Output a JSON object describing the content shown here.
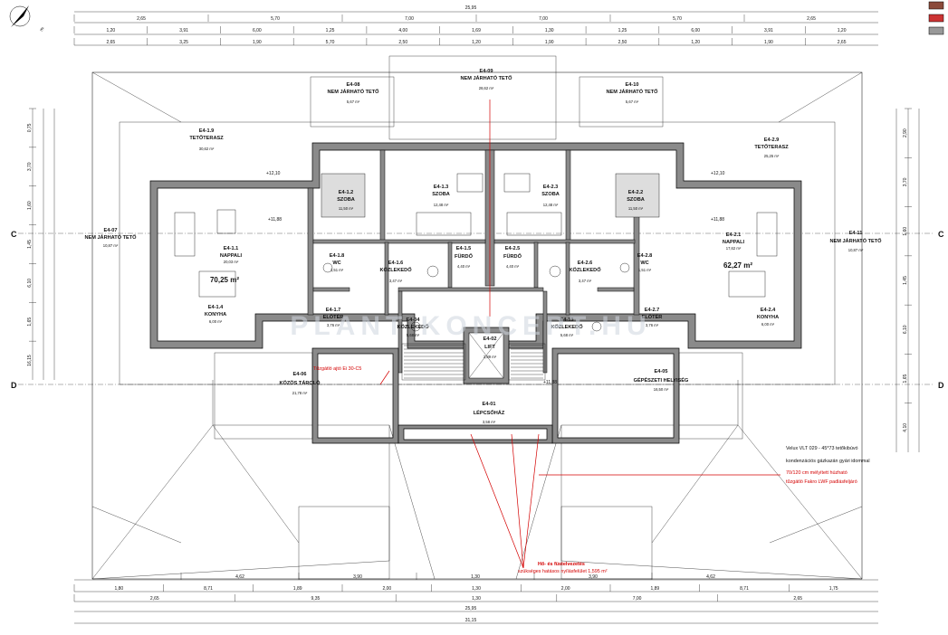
{
  "north_label": "É",
  "grid_axes": {
    "c_left": "C",
    "c_right": "C",
    "d_left": "D",
    "d_right": "D"
  },
  "dims_top": {
    "row1_total": "25,95",
    "row1": [
      "2,65",
      "5,70",
      "7,00",
      "7,00",
      "5,70",
      "2,65"
    ],
    "row2": [
      "1,20",
      "3,91",
      "6,00",
      "1,25",
      "4,00",
      "1,69",
      "1,30",
      "1,25",
      "6,00",
      "3,91",
      "1,20"
    ],
    "row3": [
      "2,65",
      "3,25",
      "1,90",
      "5,70",
      "2,50",
      "1,20",
      "1,90",
      "2,50",
      "1,20",
      "1,90",
      "2,65"
    ]
  },
  "dims_bottom": {
    "row1": [
      "4,62",
      "3,90",
      "1,30",
      "3,90",
      "4,62"
    ],
    "row2": [
      "1,80",
      "8,71",
      "1,89",
      "2,00",
      "1,30",
      "2,00",
      "1,89",
      "8,71",
      "1,75"
    ],
    "row3": [
      "2,65",
      "9,35",
      "1,30",
      "7,00",
      "2,65"
    ],
    "total_a": "25,95",
    "total_b": "31,15"
  },
  "dims_side": {
    "left": [
      "0,75",
      "3,70",
      "1,60",
      "1,45",
      "6,10",
      "1,65",
      "16,15"
    ],
    "right": [
      "2,90",
      "3,70",
      "1,60",
      "1,45",
      "6,10",
      "1,65",
      "4,10"
    ]
  },
  "legend_colors": [
    "#8b4a3a",
    "#cc3333",
    "#999999"
  ],
  "rooms": [
    {
      "id": "E4-1.1",
      "name": "NAPPALI",
      "area": "20,03 m²"
    },
    {
      "id": "E4-1.2",
      "name": "SZOBA",
      "area": "11,50 m²"
    },
    {
      "id": "E4-1.3",
      "name": "SZOBA",
      "area": "12,48 m²"
    },
    {
      "id": "E4-1.4",
      "name": "KONYHA",
      "area": "6,00 m²"
    },
    {
      "id": "E4-1.5",
      "name": "FÜRDŐ",
      "area": "4,40 m²"
    },
    {
      "id": "E4-1.6",
      "name": "KÖZLEKEDŐ",
      "area": "3,47 m²"
    },
    {
      "id": "E4-1.7",
      "name": "ELŐTÉR",
      "area": "3,76 m²"
    },
    {
      "id": "E4-1.8",
      "name": "WC",
      "area": "1,51 m²"
    },
    {
      "id": "E4-1.9",
      "name": "TETŐTERASZ",
      "area": "30,62 m²"
    },
    {
      "id": "E4-2.1",
      "name": "NAPPALI",
      "area": "17,62 m²"
    },
    {
      "id": "E4-2.2",
      "name": "SZOBA",
      "area": "11,50 m²"
    },
    {
      "id": "E4-2.3",
      "name": "SZOBA",
      "area": "12,48 m²"
    },
    {
      "id": "E4-2.4",
      "name": "KONYHA",
      "area": "6,00 m²"
    },
    {
      "id": "E4-2.5",
      "name": "FÜRDŐ",
      "area": "4,40 m²"
    },
    {
      "id": "E4-2.6",
      "name": "KÖZLEKEDŐ",
      "area": "3,47 m²"
    },
    {
      "id": "E4-2.7",
      "name": "ELŐTÉR",
      "area": "3,76 m²"
    },
    {
      "id": "E4-2.8",
      "name": "WC",
      "area": "1,51 m²"
    },
    {
      "id": "E4-2.9",
      "name": "TETŐTERASZ",
      "area": "25,25 m²"
    },
    {
      "id": "E4-02",
      "name": "LIFT",
      "area": "2,89 m²"
    },
    {
      "id": "E4-04",
      "name": "KÖZLEKEDŐ",
      "area": "5,68 m²"
    },
    {
      "id": "E4-05",
      "name": "GÉPÉSZETI HELYISÉG",
      "area": "16,50 m²"
    },
    {
      "id": "E4-06",
      "name": "KÖZÖS TÁROLÓ",
      "area": "21,78 m²"
    },
    {
      "id": "E4-01",
      "name": "LÉPCSŐHÁZ",
      "area": "3,58 m²"
    },
    {
      "id": "E4-13",
      "name": "KÖZLEKEDŐ",
      "area": "5,68 m²"
    },
    {
      "id": "E4-08",
      "name": "NEM JÁRHATÓ TETŐ",
      "area": "5,67 m²"
    },
    {
      "id": "E4-09",
      "name": "NEM JÁRHATÓ TETŐ",
      "area": "28,62 m²"
    },
    {
      "id": "E4-10",
      "name": "NEM JÁRHATÓ TETŐ",
      "area": "5,67 m²"
    },
    {
      "id": "E4-07",
      "name": "NEM JÁRHATÓ TETŐ",
      "area": "10,87 m²"
    },
    {
      "id": "E4-11",
      "name": "NEM JÁRHATÓ TETŐ",
      "area": "10,87 m²"
    }
  ],
  "unit_totals": {
    "left": "70,25 m²",
    "right": "62,27 m²"
  },
  "levels": [
    "+12,10",
    "+11,88",
    "+12,10",
    "+11,88",
    "+11,88"
  ],
  "notes": {
    "velux_1": "Velux VLT 029 - 45*73 tetőkibúvó",
    "velux_2": "kondenzációs gázkazán gyári idommal",
    "flue_1": "70/120 cm mélyített húzható",
    "flue_2": "tűzgátló Fakro LWF padlásfeljáró",
    "smoke_1": "Hő- és füstelvezetés",
    "smoke_2": "szükséges hatásos nyílásfelület 1,595 m²",
    "fire_door": "Tűzgátló ajtó Ei 30-C5"
  },
  "watermark": "PLANT KONCEPT.HU"
}
